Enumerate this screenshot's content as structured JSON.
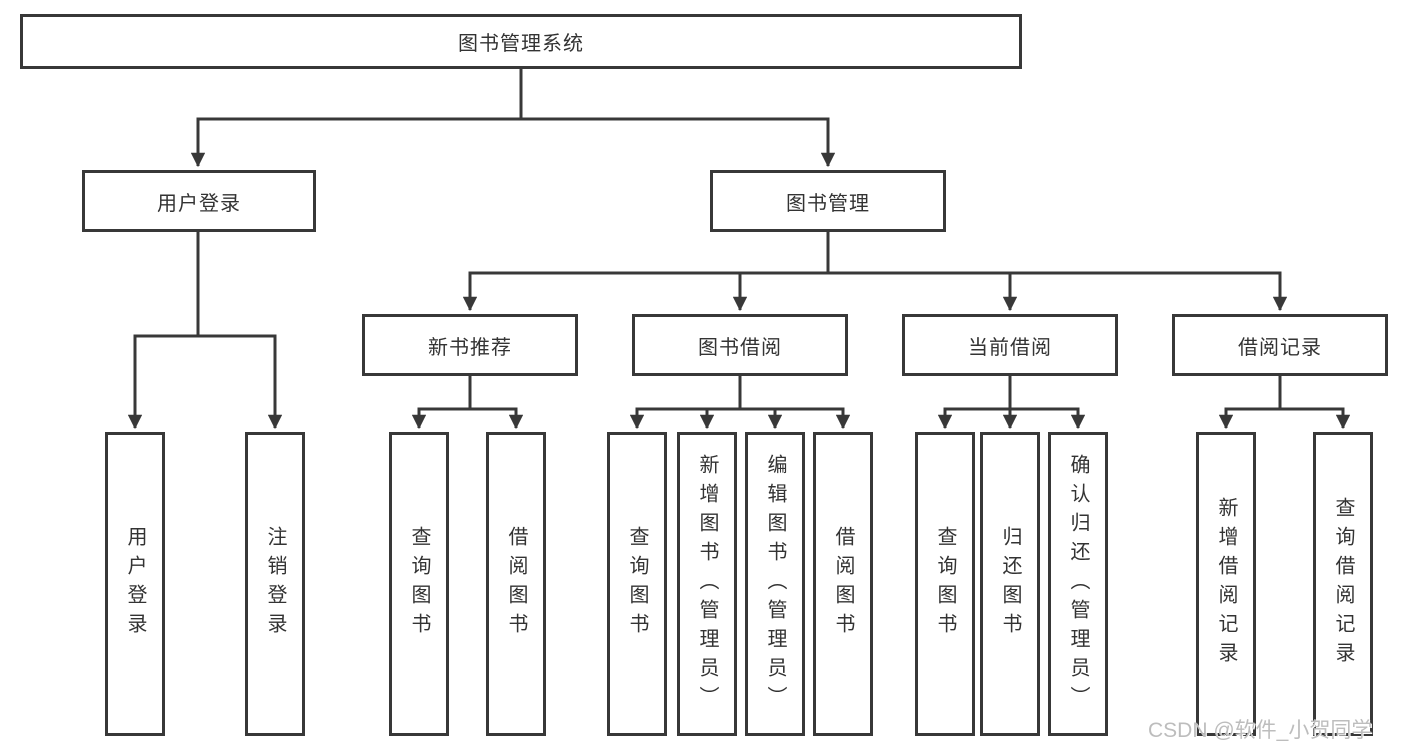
{
  "nodes": {
    "root": "图书管理系统",
    "user_login": "用户登录",
    "book_management": "图书管理",
    "new_book_recommend": "新书推荐",
    "book_borrow": "图书借阅",
    "current_borrow": "当前借阅",
    "borrow_record": "借阅记录",
    "leaf_user_login": "用户登录",
    "leaf_logout": "注销登录",
    "recommend_query_books": "查询图书",
    "recommend_borrow_books": "借阅图书",
    "borrow_query_books": "查询图书",
    "borrow_add_books": "新增图书（管理员）",
    "borrow_edit_books": "编辑图书（管理员）",
    "borrow_borrow_books": "借阅图书",
    "current_query_books": "查询图书",
    "current_return_books": "归还图书",
    "current_confirm_return": "确认归还（管理员）",
    "record_add": "新增借阅记录",
    "record_query": "查询借阅记录"
  },
  "watermark": "CSDN @软件_小贺同学",
  "colors": {
    "line": "#383838",
    "text": "#333333",
    "watermark": "#bdbdbd",
    "background": "#ffffff"
  }
}
